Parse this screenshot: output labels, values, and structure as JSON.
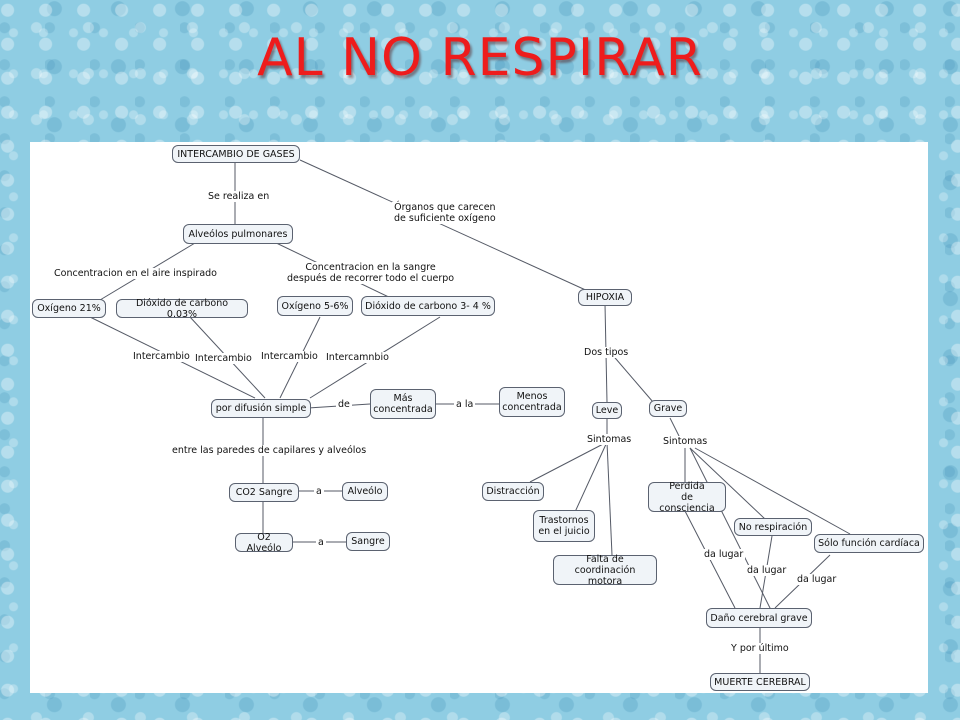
{
  "title": "AL NO RESPIRAR",
  "map": {
    "nodes": {
      "intercambio_gases": "INTERCAMBIO DE GASES",
      "alveolos": "Alveólos pulmonares",
      "oxigeno21": "Oxígeno 21%",
      "co2_003": "Dióxido de carbono 0.03%",
      "oxigeno56": "Oxígeno 5-6%",
      "co2_34": "Dióxido de carbono 3- 4 %",
      "difusion": "por difusión simple",
      "mas_conc": "Más\nconcentrada",
      "menos_conc": "Menos\nconcentrada",
      "co2_sangre": "CO2 Sangre",
      "alveolo": "Alveólo",
      "o2_alveolo": "O2 Alveólo",
      "sangre": "Sangre",
      "hipoxia": "HIPOXIA",
      "leve": "Leve",
      "grave": "Grave",
      "distraccion": "Distracción",
      "trastornos": "Trastornos\nen el juicio",
      "falta_coord": "Falta de\ncoordinación motora",
      "perdida": "Perdida\nde consciencia",
      "no_resp": "No respiración",
      "solo_func": "Sólo función cardíaca",
      "dano": "Daño cerebral grave",
      "muerte": "MUERTE CEREBRAL"
    },
    "labels": {
      "se_realiza": "Se realiza en",
      "organos": "Órganos que carecen\nde suficiente oxígeno",
      "conc_aire": "Concentracion en el aire inspirado",
      "conc_sangre": "Concentracion en la sangre\ndespués de recorrer todo el cuerpo",
      "intercambio1": "Intercambio",
      "intercambio2": "Intercambio",
      "intercambio3": "Intercambio",
      "intercambio4": "Intercamnbio",
      "de": "de",
      "a_la": "a la",
      "entre_paredes": "entre las paredes de capilares y alveólos",
      "a1": "a",
      "a2": "a",
      "dos_tipos": "Dos tipos",
      "sintomas1": "Sintomas",
      "sintomas2": "Sintomas",
      "da_lugar1": "da lugar",
      "da_lugar2": "da lugar",
      "da_lugar3": "da lugar",
      "y_por_ultimo": "Y por último"
    }
  }
}
